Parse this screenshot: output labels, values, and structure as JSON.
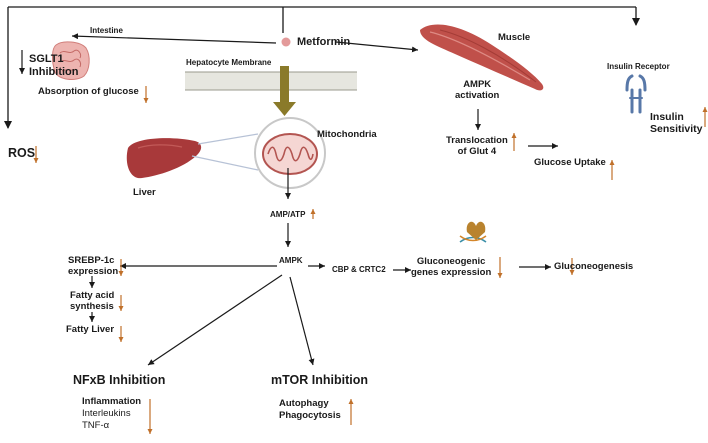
{
  "labels": {
    "metformin": "Metformin",
    "intestine": "Intestine",
    "sglt1_line1": "SGLT1",
    "sglt1_line2": "Inhibition",
    "absorption": "Absorption of glucose",
    "hepatocyte_membrane": "Hepatocyte Membrane",
    "ros": "ROS",
    "liver": "Liver",
    "mitochondria": "Mitochondria",
    "amp_atp": "AMP/ATP",
    "ampk": "AMPK",
    "muscle": "Muscle",
    "ampk_activation_line1": "AMPK",
    "ampk_activation_line2": "activation",
    "translocation_line1": "Translocation",
    "translocation_line2": "of Glut 4",
    "glucose_uptake": "Glucose Uptake",
    "insulin_receptor": "Insulin Receptor",
    "insulin_line1": "Insulin",
    "insulin_line2": "Sensitivity",
    "srebp_line1": "SREBP-1c",
    "srebp_line2": "expression",
    "fatty_acid_line1": "Fatty acid",
    "fatty_acid_line2": "synthesis",
    "fatty_liver": "Fatty Liver",
    "cbp_crtc2": "CBP & CRTC2",
    "gluconeogenic_line1": "Gluconeogenic",
    "gluconeogenic_line2": "genes expression",
    "gluconeogenesis": "Gluconeogenesis",
    "nfkb": "NFxB Inhibition",
    "inflammation": "Inflammation",
    "interleukins": "Interleukins",
    "tnf": "TNF-α",
    "mtor": "mTOR Inhibition",
    "autophagy": "Autophagy",
    "phagocytosis": "Phagocytosis"
  },
  "colors": {
    "arrow": "#1a1a1a",
    "indicator": "#c0702a",
    "membrane_arrow": "#8a7a2a",
    "muscle": "#c0504a",
    "liver": "#a8393a",
    "intestine": "#e7a3a0",
    "receptor": "#5878a8"
  }
}
